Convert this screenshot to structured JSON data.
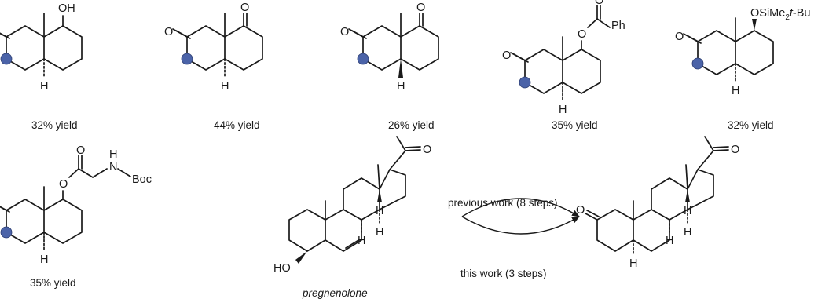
{
  "atoms": {
    "O": "O",
    "OH": "OH",
    "H": "H",
    "Ph": "Ph",
    "N": "N",
    "Boc": "Boc",
    "HO": "HO"
  },
  "silyl": {
    "prefix": "OSiMe",
    "subscript": "2",
    "tbu": "t",
    "suffix": "-Bu"
  },
  "yields": {
    "p1": "32% yield",
    "p2": "44% yield",
    "p3": "26% yield",
    "p4": "35% yield",
    "p5": "32% yield",
    "p6": "35% yield"
  },
  "scheme": {
    "start_name": "pregnenolone",
    "previous": "previous work (8 steps)",
    "current": "this work (3 steps)"
  },
  "colors": {
    "site_marker": "#4b63a8",
    "bonds": "#1a1a1a"
  }
}
